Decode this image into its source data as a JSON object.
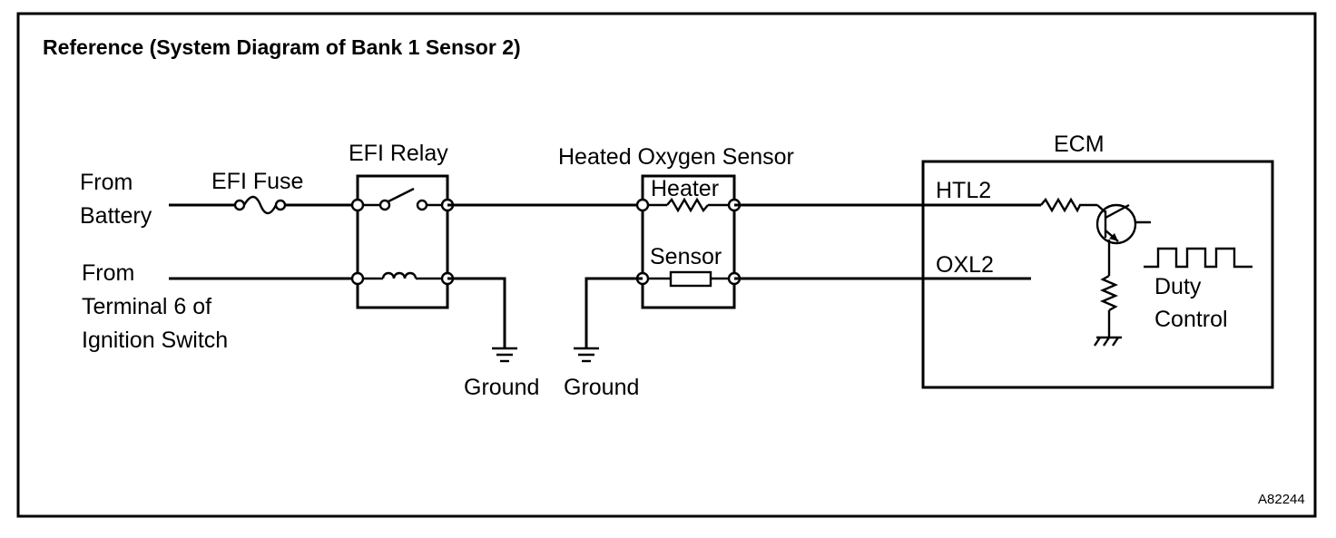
{
  "title": "Reference (System Diagram of Bank 1 Sensor 2)",
  "inputs": {
    "battery": [
      "From",
      "Battery"
    ],
    "ignition": [
      "From",
      "Terminal 6 of",
      "Ignition Switch"
    ]
  },
  "components": {
    "efi_fuse": "EFI Fuse",
    "efi_relay": "EFI Relay",
    "heated_oxygen_sensor": "Heated Oxygen Sensor",
    "heater": "Heater",
    "sensor": "Sensor",
    "ecm": "ECM"
  },
  "ground_labels": [
    "Ground",
    "Ground"
  ],
  "ecm_terminals": {
    "htl2": "HTL2",
    "oxl2": "OXL2"
  },
  "duty_control": [
    "Duty",
    "Control"
  ],
  "figure_code": "A82244"
}
